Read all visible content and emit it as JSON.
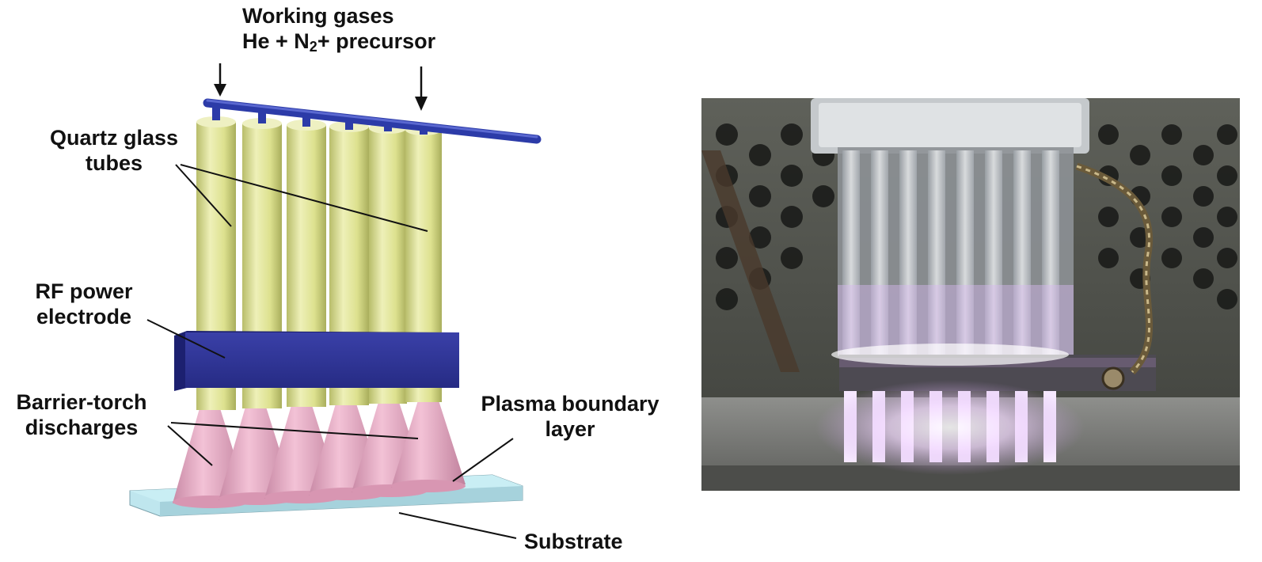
{
  "diagram": {
    "labels": {
      "working_gases_line1": "Working gases",
      "working_gases_line2_a": "He + N",
      "working_gases_line2_sub": "2",
      "working_gases_line2_b": "+ precursor",
      "quartz_line1": "Quartz glass",
      "quartz_line2": "tubes",
      "rf_line1": "RF power",
      "rf_line2": "electrode",
      "barrier_line1": "Barrier-torch",
      "barrier_line2": "discharges",
      "plasma_line1": "Plasma boundary",
      "plasma_line2": "layer",
      "substrate": "Substrate"
    },
    "colors": {
      "tube": "#dfe39a",
      "electrode": "#2a2f8f",
      "gas_line": "#2c3ba8",
      "cone": "#e9a8c3",
      "substrate": "#bfe6ee"
    }
  },
  "photo": {
    "description_icon": "plasma-torch-array-photo"
  }
}
